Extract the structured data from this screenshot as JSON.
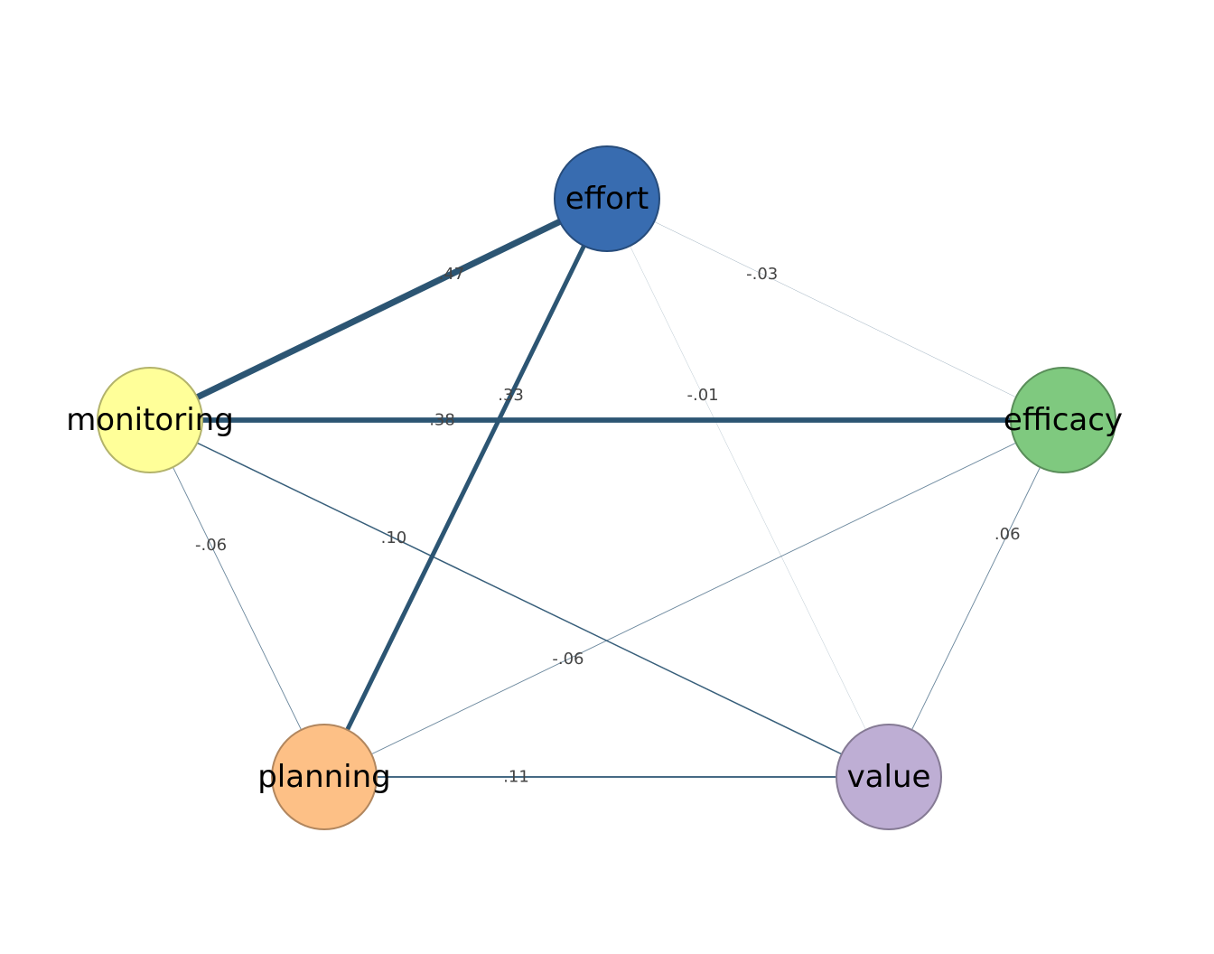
{
  "nodes": [
    {
      "id": "effort",
      "label": "effort",
      "fill": "#386CB0",
      "stroke": "#274C7B"
    },
    {
      "id": "efficacy",
      "label": "efficacy",
      "fill": "#7FC97F",
      "stroke": "#598D59"
    },
    {
      "id": "value",
      "label": "value",
      "fill": "#BEAED4",
      "stroke": "#857A94"
    },
    {
      "id": "planning",
      "label": "planning",
      "fill": "#FDC086",
      "stroke": "#B1865E"
    },
    {
      "id": "monitoring",
      "label": "monitoring",
      "fill": "#FFFF99",
      "stroke": "#B3B36B"
    }
  ],
  "edges": [
    {
      "from": "effort",
      "to": "monitoring",
      "weight": 0.47,
      "label": ".47"
    },
    {
      "from": "monitoring",
      "to": "efficacy",
      "weight": 0.38,
      "label": ".38"
    },
    {
      "from": "effort",
      "to": "planning",
      "weight": 0.33,
      "label": ".33"
    },
    {
      "from": "planning",
      "to": "value",
      "weight": 0.11,
      "label": ".11"
    },
    {
      "from": "monitoring",
      "to": "value",
      "weight": 0.1,
      "label": ".10"
    },
    {
      "from": "monitoring",
      "to": "planning",
      "weight": -0.06,
      "label": "-.06"
    },
    {
      "from": "efficacy",
      "to": "planning",
      "weight": -0.06,
      "label": "-.06"
    },
    {
      "from": "efficacy",
      "to": "value",
      "weight": 0.06,
      "label": ".06"
    },
    {
      "from": "effort",
      "to": "efficacy",
      "weight": -0.03,
      "label": "-.03"
    },
    {
      "from": "effort",
      "to": "value",
      "weight": -0.01,
      "label": "-.01"
    }
  ],
  "edge_color": "#2C5573"
}
